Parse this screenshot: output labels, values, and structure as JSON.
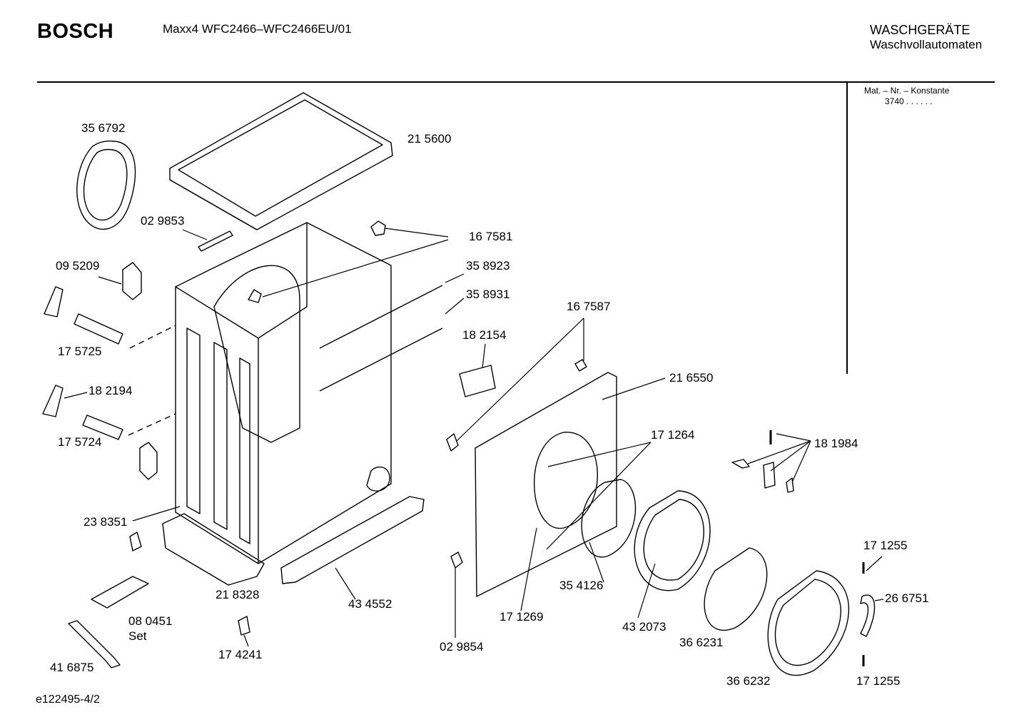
{
  "header": {
    "brand": "BOSCH",
    "model": "Maxx4 WFC2466–WFC2466EU/01",
    "category_line1": "WASCHGERÄTE",
    "category_line2": "Waschvollautomaten",
    "mat_label": "Mat. – Nr. – Konstante",
    "mat_value": "3740 . . . . . ."
  },
  "footer": {
    "code": "e122495-4/2"
  },
  "parts": [
    {
      "id": "356792",
      "label": "35 6792"
    },
    {
      "id": "215600",
      "label": "21 5600"
    },
    {
      "id": "029853",
      "label": "02 9853"
    },
    {
      "id": "167581",
      "label": "16 7581"
    },
    {
      "id": "095209",
      "label": "09 5209"
    },
    {
      "id": "358923",
      "label": "35 8923"
    },
    {
      "id": "358931",
      "label": "35 8931"
    },
    {
      "id": "167587",
      "label": "16 7587"
    },
    {
      "id": "182154",
      "label": "18 2154"
    },
    {
      "id": "175725",
      "label": "17 5725"
    },
    {
      "id": "216550",
      "label": "21 6550"
    },
    {
      "id": "182194",
      "label": "18 2194"
    },
    {
      "id": "171264",
      "label": "17 1264"
    },
    {
      "id": "181984",
      "label": "18 1984"
    },
    {
      "id": "175724",
      "label": "17 5724"
    },
    {
      "id": "238351",
      "label": "23 8351"
    },
    {
      "id": "171255a",
      "label": "17 1255"
    },
    {
      "id": "354126",
      "label": "35 4126"
    },
    {
      "id": "266751",
      "label": "26 6751"
    },
    {
      "id": "218328",
      "label": "21 8328"
    },
    {
      "id": "434552",
      "label": "43 4552"
    },
    {
      "id": "171269",
      "label": "17 1269"
    },
    {
      "id": "080451",
      "label": "08 0451"
    },
    {
      "id": "set",
      "label": "Set"
    },
    {
      "id": "432073",
      "label": "43 2073"
    },
    {
      "id": "366231",
      "label": "36 6231"
    },
    {
      "id": "029854",
      "label": "02 9854"
    },
    {
      "id": "174241",
      "label": "17 4241"
    },
    {
      "id": "416875",
      "label": "41 6875"
    },
    {
      "id": "366232",
      "label": "36 6232"
    },
    {
      "id": "171255b",
      "label": "17 1255"
    }
  ]
}
